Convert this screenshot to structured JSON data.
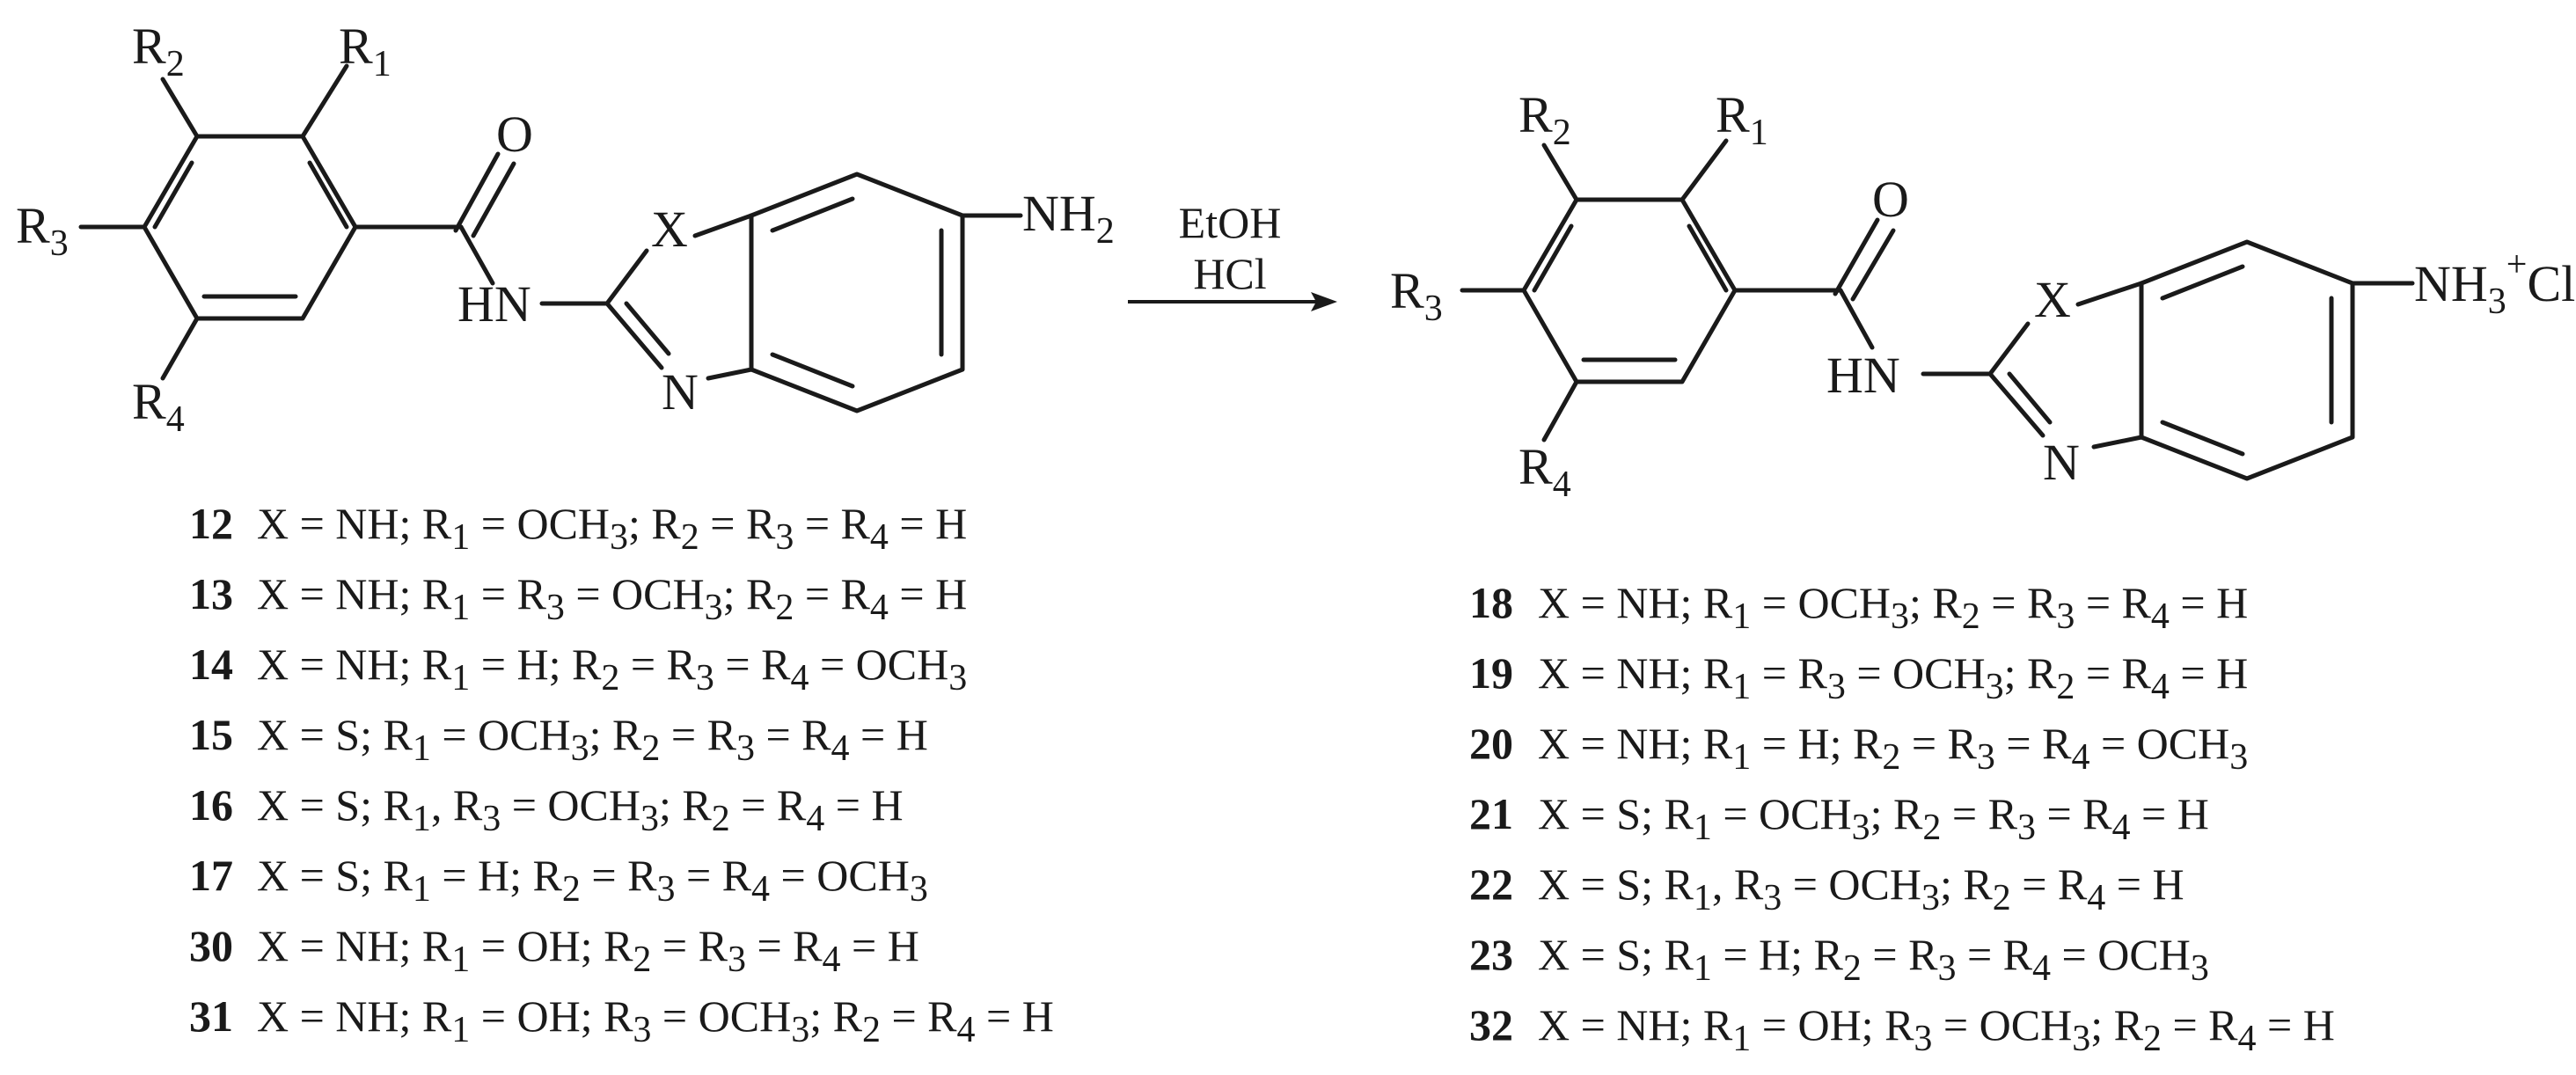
{
  "reaction": {
    "reagent_top": "EtOH",
    "reagent_bottom": "HCl"
  },
  "reactant_labels": {
    "r1": "R",
    "r1_sub": "1",
    "r2": "R",
    "r2_sub": "2",
    "r3": "R",
    "r3_sub": "3",
    "r4": "R",
    "r4_sub": "4",
    "carbonyl_o": "O",
    "amide_nh": "HN",
    "x": "X",
    "ring_n": "N",
    "amine": "NH",
    "amine_sub": "2"
  },
  "product_labels": {
    "r1": "R",
    "r1_sub": "1",
    "r2": "R",
    "r2_sub": "2",
    "r3": "R",
    "r3_sub": "3",
    "r4": "R",
    "r4_sub": "4",
    "carbonyl_o": "O",
    "amide_nh": "HN",
    "x": "X",
    "ring_n": "N",
    "salt": "NH",
    "salt_sub": "3",
    "salt_sup": "+",
    "salt_cl": "Cl"
  },
  "reactant_compounds": [
    {
      "id": "12",
      "parts": [
        [
          "X = NH; R",
          ""
        ],
        [
          "1",
          "sub"
        ],
        [
          " = OCH",
          ""
        ],
        [
          "3",
          "sub"
        ],
        [
          "; R",
          ""
        ],
        [
          "2",
          "sub"
        ],
        [
          " = R",
          ""
        ],
        [
          "3",
          "sub"
        ],
        [
          " = R",
          ""
        ],
        [
          "4",
          "sub"
        ],
        [
          " = H",
          ""
        ]
      ]
    },
    {
      "id": "13",
      "parts": [
        [
          "X = NH; R",
          ""
        ],
        [
          "1",
          "sub"
        ],
        [
          " = R",
          ""
        ],
        [
          "3",
          "sub"
        ],
        [
          " = OCH",
          ""
        ],
        [
          "3",
          "sub"
        ],
        [
          "; R",
          ""
        ],
        [
          "2",
          "sub"
        ],
        [
          " = R",
          ""
        ],
        [
          "4",
          "sub"
        ],
        [
          " = H",
          ""
        ]
      ]
    },
    {
      "id": "14",
      "parts": [
        [
          "X = NH; R",
          ""
        ],
        [
          "1",
          "sub"
        ],
        [
          " = H; R",
          ""
        ],
        [
          "2",
          "sub"
        ],
        [
          " = R",
          ""
        ],
        [
          "3",
          "sub"
        ],
        [
          " = R",
          ""
        ],
        [
          "4",
          "sub"
        ],
        [
          " = OCH",
          ""
        ],
        [
          "3",
          "sub"
        ]
      ]
    },
    {
      "id": "15",
      "parts": [
        [
          "X = S; R",
          ""
        ],
        [
          "1",
          "sub"
        ],
        [
          " = OCH",
          ""
        ],
        [
          "3",
          "sub"
        ],
        [
          "; R",
          ""
        ],
        [
          "2",
          "sub"
        ],
        [
          " = R",
          ""
        ],
        [
          "3",
          "sub"
        ],
        [
          " = R",
          ""
        ],
        [
          "4",
          "sub"
        ],
        [
          " = H",
          ""
        ]
      ]
    },
    {
      "id": "16",
      "parts": [
        [
          "X = S; R",
          ""
        ],
        [
          "1",
          "sub"
        ],
        [
          ", R",
          ""
        ],
        [
          "3",
          "sub"
        ],
        [
          " = OCH",
          ""
        ],
        [
          "3",
          "sub"
        ],
        [
          "; R",
          ""
        ],
        [
          "2",
          "sub"
        ],
        [
          " = R",
          ""
        ],
        [
          "4",
          "sub"
        ],
        [
          " = H",
          ""
        ]
      ]
    },
    {
      "id": "17",
      "parts": [
        [
          "X = S; R",
          ""
        ],
        [
          "1",
          "sub"
        ],
        [
          " = H; R",
          ""
        ],
        [
          "2",
          "sub"
        ],
        [
          " = R",
          ""
        ],
        [
          "3",
          "sub"
        ],
        [
          " = R",
          ""
        ],
        [
          "4",
          "sub"
        ],
        [
          " = OCH",
          ""
        ],
        [
          "3",
          "sub"
        ]
      ]
    },
    {
      "id": "30",
      "parts": [
        [
          "X = NH; R",
          ""
        ],
        [
          "1",
          "sub"
        ],
        [
          " = OH; R",
          ""
        ],
        [
          "2",
          "sub"
        ],
        [
          " = R",
          ""
        ],
        [
          "3",
          "sub"
        ],
        [
          " = R",
          ""
        ],
        [
          "4",
          "sub"
        ],
        [
          " = H",
          ""
        ]
      ]
    },
    {
      "id": "31",
      "parts": [
        [
          "X = NH; R",
          ""
        ],
        [
          "1",
          "sub"
        ],
        [
          " = OH; R",
          ""
        ],
        [
          "3",
          "sub"
        ],
        [
          " = OCH",
          ""
        ],
        [
          "3",
          "sub"
        ],
        [
          "; R",
          ""
        ],
        [
          "2",
          "sub"
        ],
        [
          " = R",
          ""
        ],
        [
          "4",
          "sub"
        ],
        [
          " = H",
          ""
        ]
      ]
    }
  ],
  "product_compounds": [
    {
      "id": "18",
      "parts": [
        [
          "X = NH; R",
          ""
        ],
        [
          "1",
          "sub"
        ],
        [
          " = OCH",
          ""
        ],
        [
          "3",
          "sub"
        ],
        [
          "; R",
          ""
        ],
        [
          "2",
          "sub"
        ],
        [
          " = R",
          ""
        ],
        [
          "3",
          "sub"
        ],
        [
          " = R",
          ""
        ],
        [
          "4",
          "sub"
        ],
        [
          " = H",
          ""
        ]
      ]
    },
    {
      "id": "19",
      "parts": [
        [
          "X = NH; R",
          ""
        ],
        [
          "1",
          "sub"
        ],
        [
          " = R",
          ""
        ],
        [
          "3",
          "sub"
        ],
        [
          " = OCH",
          ""
        ],
        [
          "3",
          "sub"
        ],
        [
          "; R",
          ""
        ],
        [
          "2",
          "sub"
        ],
        [
          " = R",
          ""
        ],
        [
          "4",
          "sub"
        ],
        [
          " = H",
          ""
        ]
      ]
    },
    {
      "id": "20",
      "parts": [
        [
          "X = NH; R",
          ""
        ],
        [
          "1",
          "sub"
        ],
        [
          " = H; R",
          ""
        ],
        [
          "2",
          "sub"
        ],
        [
          " = R",
          ""
        ],
        [
          "3",
          "sub"
        ],
        [
          " = R",
          ""
        ],
        [
          "4",
          "sub"
        ],
        [
          " = OCH",
          ""
        ],
        [
          "3",
          "sub"
        ]
      ]
    },
    {
      "id": "21",
      "parts": [
        [
          "X = S; R",
          ""
        ],
        [
          "1",
          "sub"
        ],
        [
          " = OCH",
          ""
        ],
        [
          "3",
          "sub"
        ],
        [
          "; R",
          ""
        ],
        [
          "2",
          "sub"
        ],
        [
          " = R",
          ""
        ],
        [
          "3",
          "sub"
        ],
        [
          " = R",
          ""
        ],
        [
          "4",
          "sub"
        ],
        [
          " = H",
          ""
        ]
      ]
    },
    {
      "id": "22",
      "parts": [
        [
          "X = S; R",
          ""
        ],
        [
          "1",
          "sub"
        ],
        [
          ", R",
          ""
        ],
        [
          "3",
          "sub"
        ],
        [
          " = OCH",
          ""
        ],
        [
          "3",
          "sub"
        ],
        [
          "; R",
          ""
        ],
        [
          "2",
          "sub"
        ],
        [
          " = R",
          ""
        ],
        [
          "4",
          "sub"
        ],
        [
          " = H",
          ""
        ]
      ]
    },
    {
      "id": "23",
      "parts": [
        [
          "X = S; R",
          ""
        ],
        [
          "1",
          "sub"
        ],
        [
          " = H; R",
          ""
        ],
        [
          "2",
          "sub"
        ],
        [
          " = R",
          ""
        ],
        [
          "3",
          "sub"
        ],
        [
          " = R",
          ""
        ],
        [
          "4",
          "sub"
        ],
        [
          " = OCH",
          ""
        ],
        [
          "3",
          "sub"
        ]
      ]
    },
    {
      "id": "32",
      "parts": [
        [
          "X = NH; R",
          ""
        ],
        [
          "1",
          "sub"
        ],
        [
          " = OH; R",
          ""
        ],
        [
          "3",
          "sub"
        ],
        [
          " = OCH",
          ""
        ],
        [
          "3",
          "sub"
        ],
        [
          "; R",
          ""
        ],
        [
          "2",
          "sub"
        ],
        [
          " = R",
          ""
        ],
        [
          "4",
          "sub"
        ],
        [
          " = H",
          ""
        ]
      ]
    }
  ]
}
